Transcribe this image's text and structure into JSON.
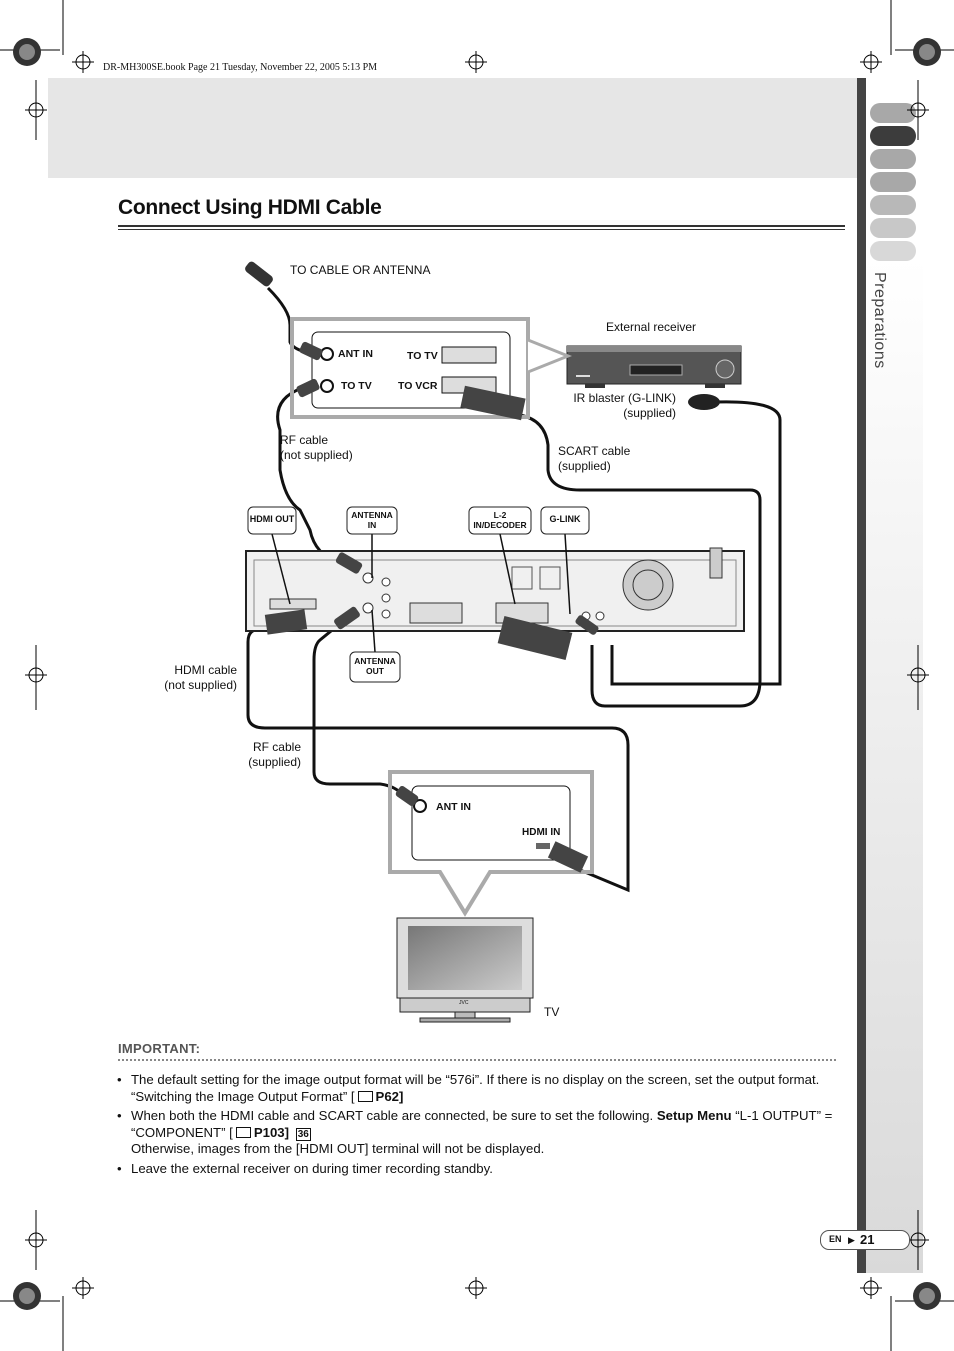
{
  "book_line": "DR-MH300SE.book  Page 21  Tuesday, November 22, 2005  5:13 PM",
  "side_label": "Preparations",
  "title": "Connect Using HDMI Cable",
  "diagram": {
    "to_cable_or_antenna": "TO CABLE OR ANTENNA",
    "external_receiver": "External receiver",
    "ir_blaster_1": "IR blaster (G-LINK)",
    "ir_blaster_2": "(supplied)",
    "rf_cable_ns_1": "RF cable",
    "rf_cable_ns_2": "(not supplied)",
    "scart_1": "SCART cable",
    "scart_2": "(supplied)",
    "hdmi_cable_1": "HDMI cable",
    "hdmi_cable_2": "(not supplied)",
    "rf_cable_s_1": "RF cable",
    "rf_cable_s_2": "(supplied)",
    "tv": "TV",
    "receiver_ant_in": "ANT IN",
    "receiver_to_tv_rf": "TO TV",
    "receiver_to_tv_scart": "TO TV",
    "receiver_to_vcr": "TO VCR",
    "tag_hdmi_out": "HDMI OUT",
    "tag_antenna_in_1": "ANTENNA",
    "tag_antenna_in_2": "IN",
    "tag_l2_1": "L-2",
    "tag_l2_2": "IN/DECODER",
    "tag_glink": "G-LINK",
    "tag_antenna_out_1": "ANTENNA",
    "tag_antenna_out_2": "OUT",
    "tv_ant_in": "ANT IN",
    "tv_hdmi_in": "HDMI IN",
    "tv_brand": "JVC"
  },
  "important_heading": "IMPORTANT:",
  "bullets": {
    "b1_a": "The default setting for the image output format will be “576i”. If there is no display on the screen, set the output format. “Switching the Image Output Format” [",
    "b1_ref": "P62]",
    "b2_a": "When both the HDMI cable and SCART cable are connected, be sure to set the following. ",
    "b2_bold": "Setup Menu",
    "b2_b": " “L-1 OUTPUT” = “COMPONENT” [",
    "b2_ref": "P103]",
    "b2_box": "36",
    "b2_c": "Otherwise, images from the [HDMI OUT] terminal will not be displayed.",
    "b3": "Leave the external receiver on during timer recording standby."
  },
  "page": {
    "lang": "EN",
    "number": "21"
  }
}
